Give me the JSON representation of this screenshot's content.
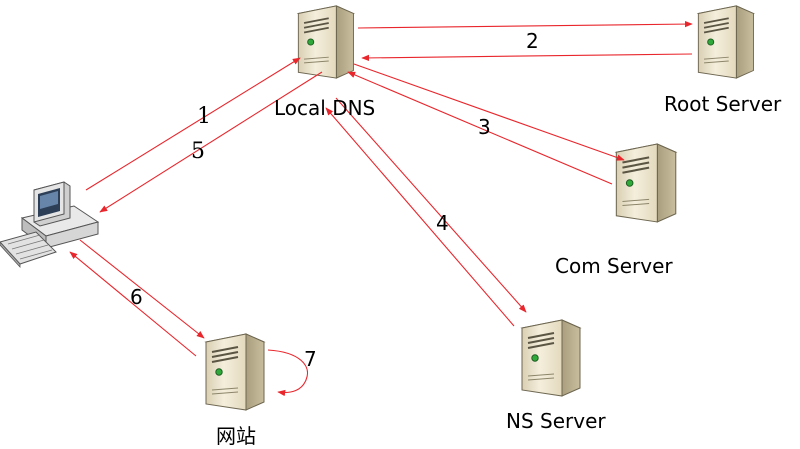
{
  "nodes": {
    "local_dns": {
      "label": "Local DNS",
      "icon": "server-icon"
    },
    "root_server": {
      "label": "Root Server",
      "icon": "server-icon"
    },
    "com_server": {
      "label": "Com Server",
      "icon": "server-icon"
    },
    "ns_server": {
      "label": "NS Server",
      "icon": "server-icon"
    },
    "website": {
      "label": "网站",
      "icon": "server-icon"
    },
    "client": {
      "label": "",
      "icon": "desktop-computer-icon"
    }
  },
  "steps": {
    "s1": "1",
    "s2": "2",
    "s3": "3",
    "s4": "4",
    "s5": "5",
    "s6": "6",
    "s7": "7"
  },
  "colors": {
    "arrow": "#e8262c",
    "server_body": "#efe6cf",
    "server_side": "#b7ac8c",
    "server_top": "#f7f1e1"
  }
}
